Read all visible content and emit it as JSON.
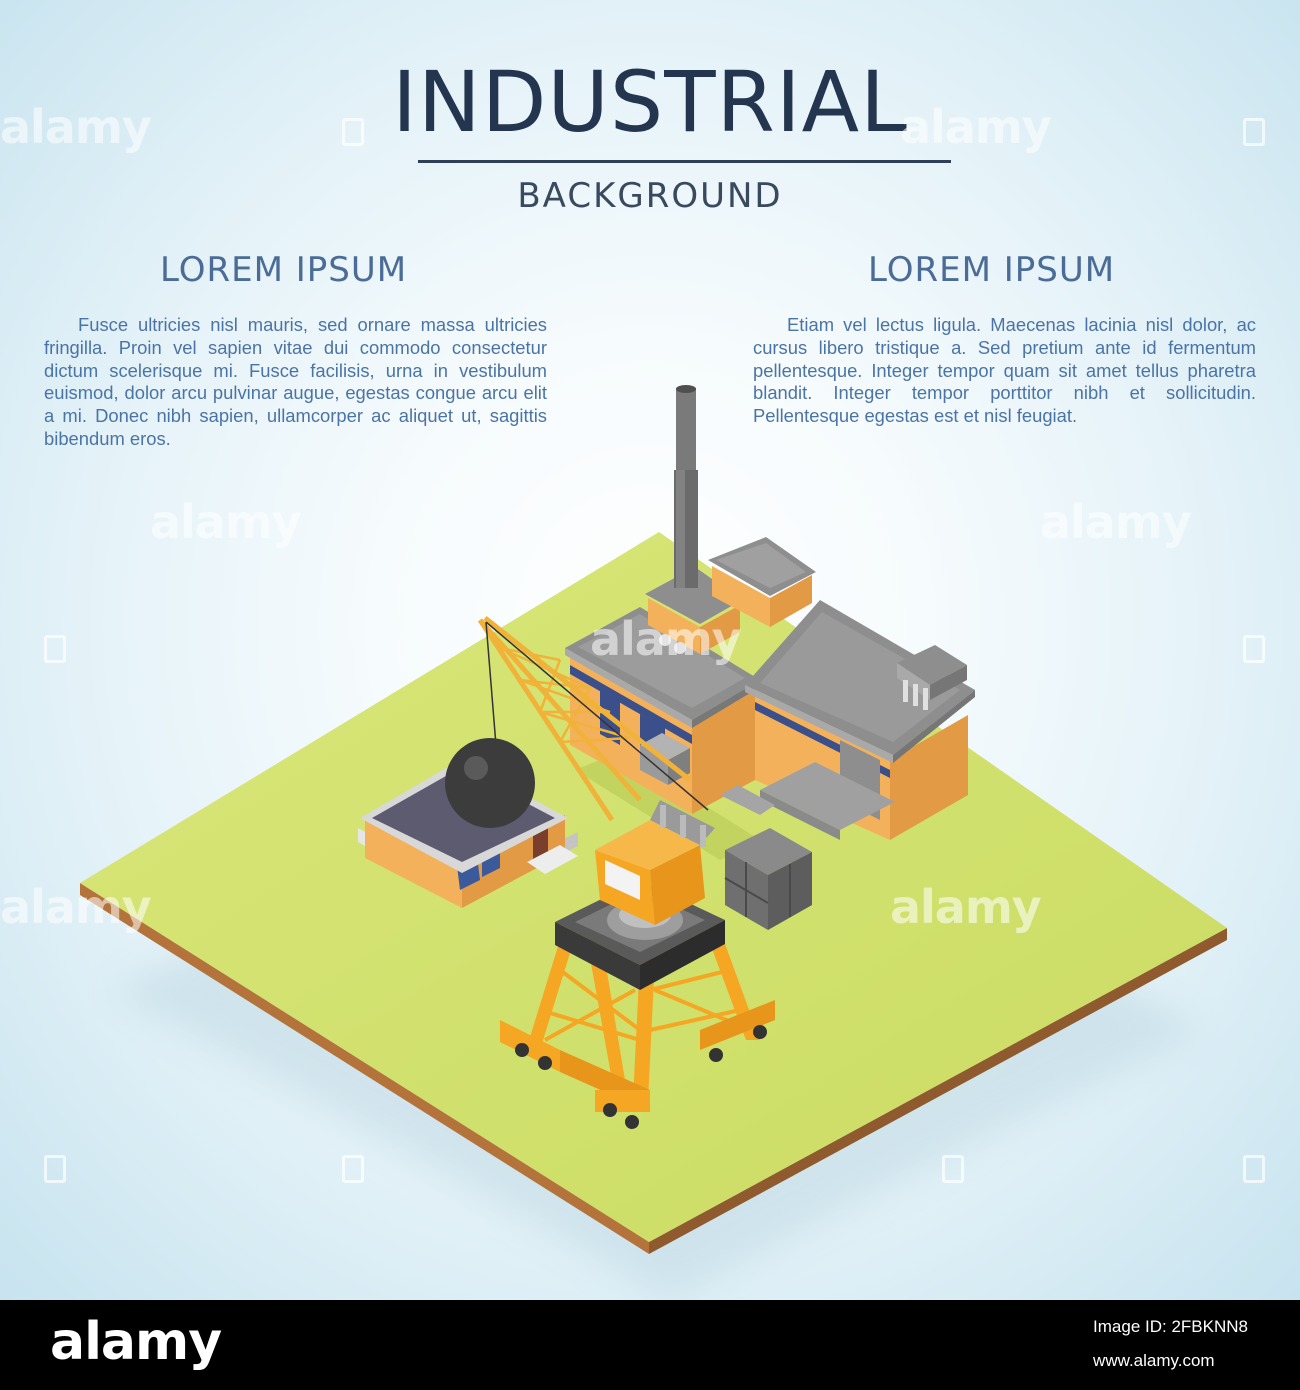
{
  "poster": {
    "title": "INDUSTRIAL",
    "subtitle": "BACKGROUND",
    "left": {
      "heading": "LOREM IPSUM",
      "body": "Fusce ultricies nisl mauris, sed ornare massa ultricies fringilla. Proin vel sapien vitae dui commodo consectetur dictum scelerisque mi. Fusce facilisis, urna in vestibulum euismod, dolor arcu pulvinar augue, egestas congue arcu elit a mi. Donec nibh sapien, ullamcorper ac aliquet ut, sagittis bibendum eros."
    },
    "right": {
      "heading": "LOREM IPSUM",
      "body": "Etiam vel lectus ligula. Maecenas lacinia nisl dolor, ac cursus libero tristique a. Sed pretium ante id fermentum pellentesque. Integer tempor quam sit amet tellus pharetra blandit. Integer tempor porttitor nibh et sollicitudin. Pellentesque egestas est et nisl feugiat."
    }
  },
  "watermark": "alamy",
  "footer": {
    "logo": "alamy",
    "image_id": "Image ID: 2FBKNN8",
    "url": "www.alamy.com"
  },
  "colors": {
    "title": "#24364f",
    "heading": "#4a6c96",
    "body_text": "#4b74a6",
    "ground": "#d3e26d",
    "building": "#f3b25d",
    "crane": "#f5a623",
    "roof": "#8e8e8e"
  }
}
